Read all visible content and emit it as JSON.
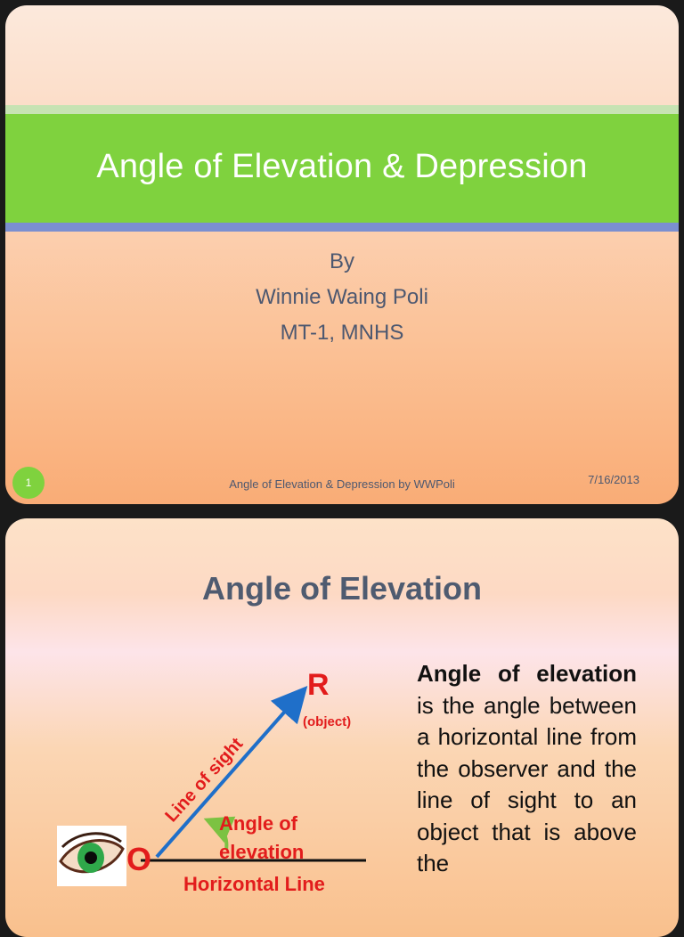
{
  "slide1": {
    "title": "Angle of Elevation & Depression",
    "by": "By",
    "author": "Winnie Waing Poli",
    "affiliation": "MT-1, MNHS",
    "slide_number": "1",
    "footer": "Angle of Elevation & Depression by WWPoli",
    "date": "7/16/2013"
  },
  "slide2": {
    "title": "Angle of  Elevation",
    "diagram": {
      "point_r": "R",
      "object_label": "(object)",
      "line_of_sight": "Line of sight",
      "angle_label_1": "Angle of",
      "angle_label_2": "elevation",
      "point_o": "O",
      "horizontal_line": "Horizontal Line"
    },
    "definition": {
      "term": "Angle of elevation",
      "text": " is the angle between a horizontal line from the observer and the line of sight to an object that is above the"
    }
  },
  "colors": {
    "title_band": "#7fd23e",
    "accent_red": "#e21c1c",
    "arrow_blue": "#1f6fc9",
    "text_gray": "#4d5870"
  },
  "icons": [
    "eye-icon",
    "curved-arrow-icon"
  ]
}
